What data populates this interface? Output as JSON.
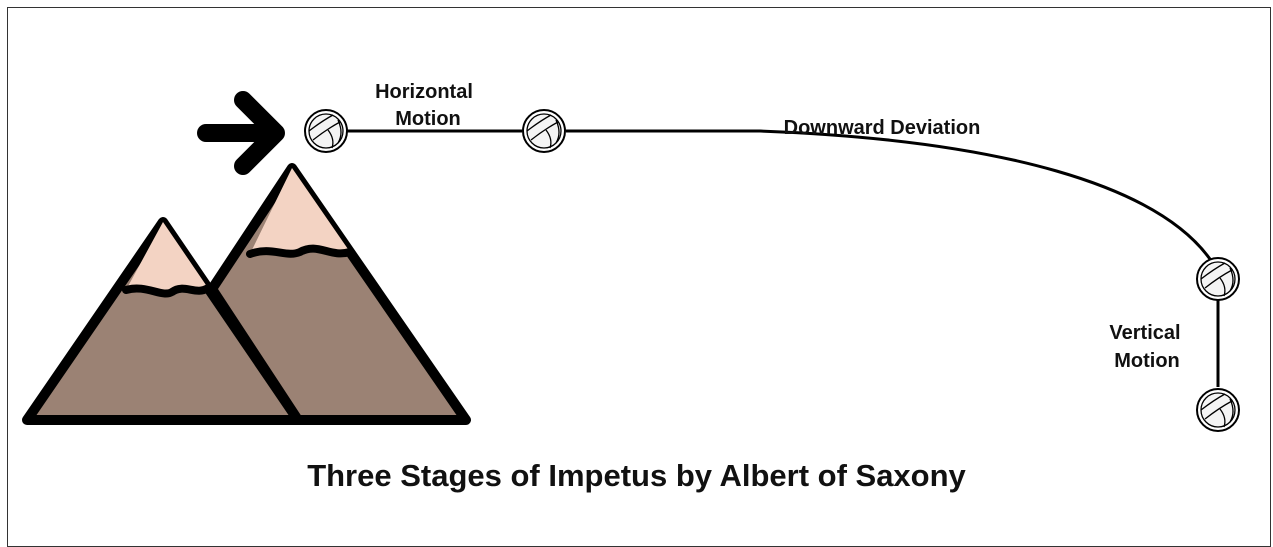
{
  "title": "Three Stages of Impetus by Albert of Saxony",
  "labels": {
    "horizontal_line1": "Horizontal",
    "horizontal_line2": "Motion",
    "downward": "Downward Deviation",
    "vertical_line1": "Vertical",
    "vertical_line2": "Motion"
  },
  "icons": {
    "push": "arrow-right-icon",
    "ball": "volleyball-icon",
    "terrain": "mountains-icon"
  },
  "colors": {
    "mountain": "#9b8274",
    "snow": "#f3d3c3",
    "stroke": "#000000"
  }
}
